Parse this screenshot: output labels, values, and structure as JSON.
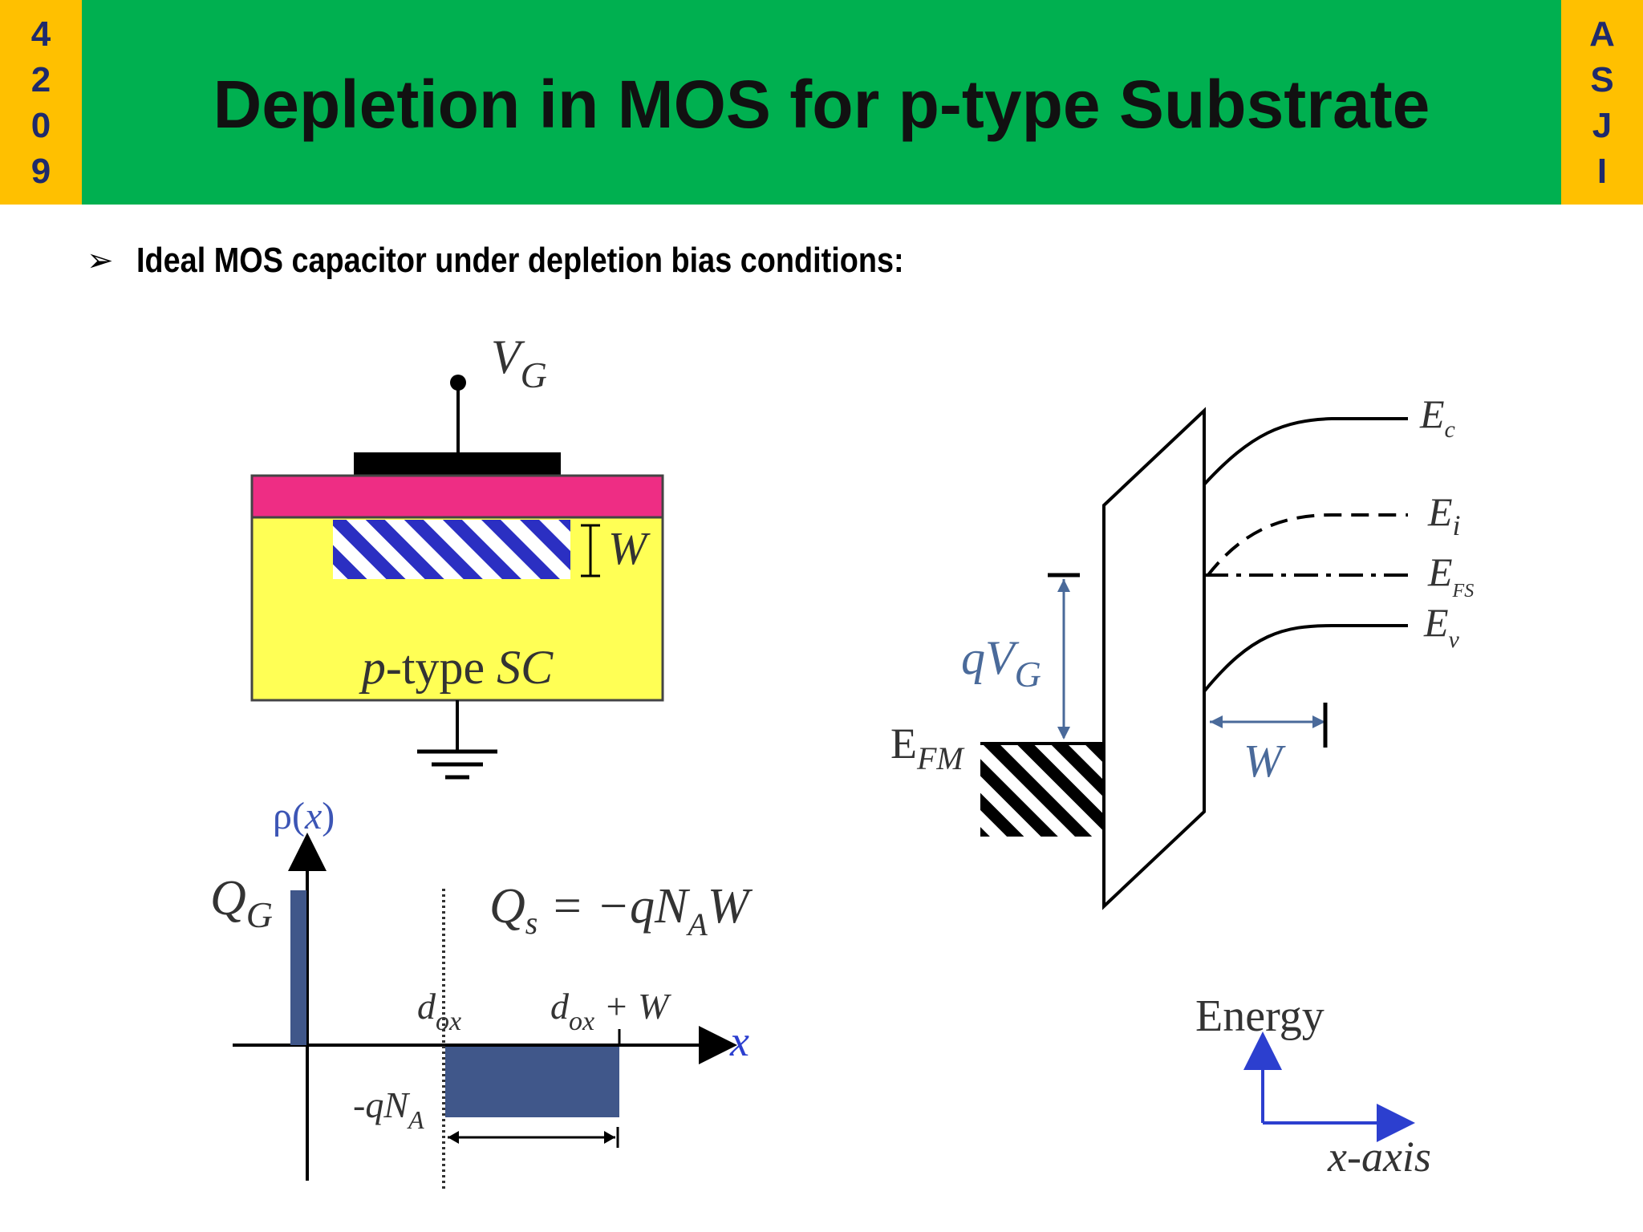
{
  "slide": {
    "title": "Depletion in MOS for p-type Substrate",
    "left_tab": [
      "4",
      "2",
      "0",
      "9"
    ],
    "right_tab": [
      "A",
      "S",
      "J",
      "I"
    ],
    "bullet_icon": "arrow-bullet-icon",
    "bullet": "Ideal MOS capacitor under depletion bias conditions:"
  },
  "mos_structure": {
    "gate_label_main": "V",
    "gate_label_sub": "G",
    "width_label": "W",
    "substrate_prefix": "p",
    "substrate_mid": "-type ",
    "substrate_suffix": "SC"
  },
  "charge_plot": {
    "y_label_rho": "ρ(",
    "y_label_x": "x",
    "y_label_close": ")",
    "qg_main": "Q",
    "qg_sub": "G",
    "qs_main": "Q",
    "qs_sub": "s",
    "qs_eq": " = −qN",
    "qs_a": "A",
    "qs_w": "W",
    "dox_main": "d",
    "dox_sub": "ox",
    "doxw_main": "d",
    "doxw_sub": "ox",
    "doxw_tail": " + W",
    "neg_main": "-qN",
    "neg_sub": "A",
    "x_label": "x"
  },
  "band_diagram": {
    "ec_main": "E",
    "ec_sub": "c",
    "ei_main": "E",
    "ei_sub": "i",
    "efs_main": "E",
    "efs_sub": "FS",
    "ev_main": "E",
    "ev_sub": "v",
    "efm_main": "E",
    "efm_sub": "FM",
    "qvg_main": "qV",
    "qvg_sub": "G",
    "width_label": "W"
  },
  "axes_legend": {
    "energy": "Energy",
    "x_axis": "x-axis"
  },
  "colors": {
    "header_green": "#00b050",
    "tab_yellow": "#ffc000",
    "tab_text": "#1f2a6b",
    "oxide_pink": "#ee2d84",
    "substrate_yellow": "#ffff55",
    "charge_blue": "#40578a",
    "label_blue": "#4a6a9a",
    "axis_blue": "#2c3fcf"
  }
}
